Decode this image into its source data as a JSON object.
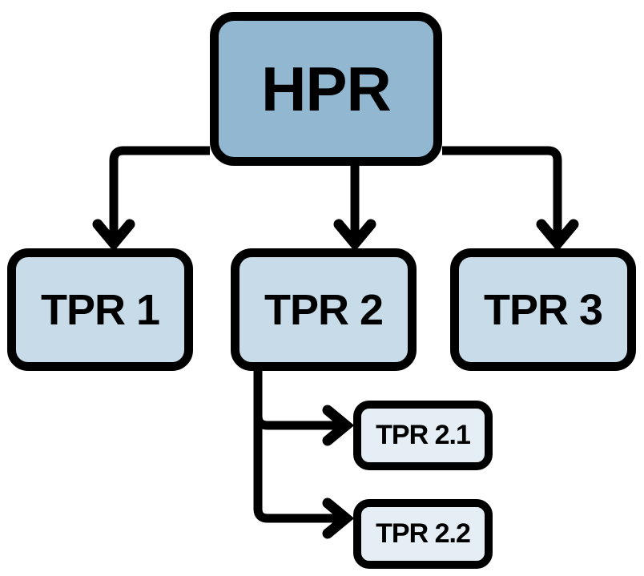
{
  "diagram": {
    "type": "org-chart",
    "nodes": {
      "hpr": {
        "label": "HPR",
        "fill": "#92B8D1",
        "level": 1
      },
      "tpr1": {
        "label": "TPR 1",
        "fill": "#C7DBE8",
        "level": 2
      },
      "tpr2": {
        "label": "TPR 2",
        "fill": "#C7DBE8",
        "level": 2
      },
      "tpr3": {
        "label": "TPR 3",
        "fill": "#C7DBE8",
        "level": 2
      },
      "tpr21": {
        "label": "TPR 2.1",
        "fill": "#E5EEF5",
        "level": 3
      },
      "tpr22": {
        "label": "TPR 2.2",
        "fill": "#E5EEF5",
        "level": 3
      }
    },
    "edges": [
      {
        "from": "HPR",
        "to": "TPR 1"
      },
      {
        "from": "HPR",
        "to": "TPR 2"
      },
      {
        "from": "HPR",
        "to": "TPR 3"
      },
      {
        "from": "TPR 2",
        "to": "TPR 2.1"
      },
      {
        "from": "TPR 2",
        "to": "TPR 2.2"
      }
    ],
    "colors": {
      "connector": "#000000",
      "node_border": "#000000",
      "text": "#000000",
      "background": "#FFFFFF"
    }
  }
}
